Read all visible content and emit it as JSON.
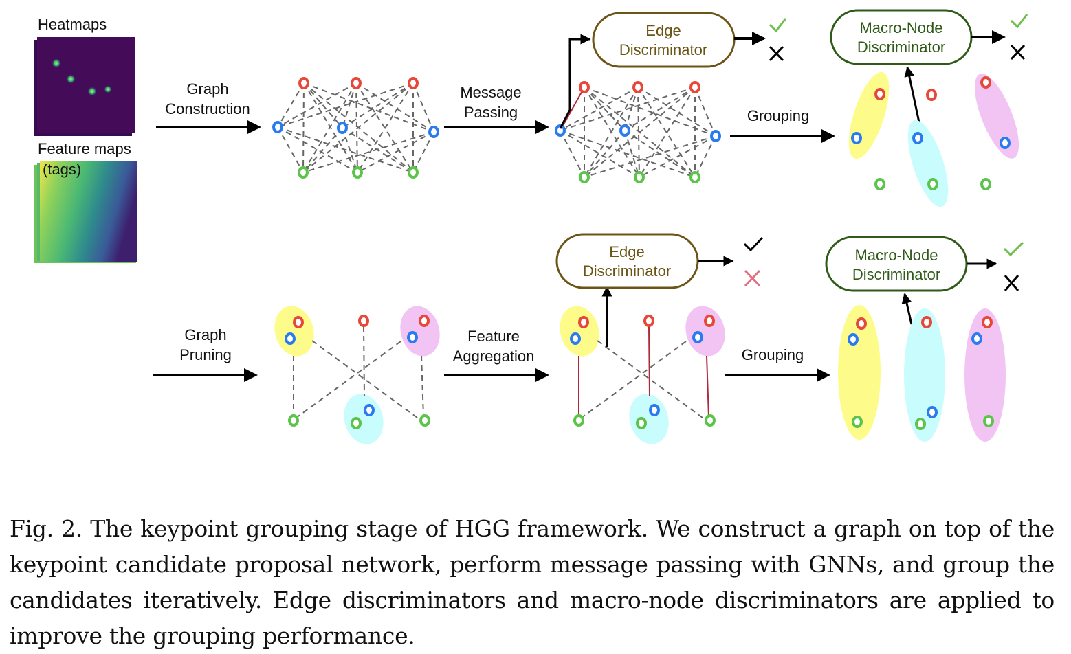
{
  "figure": {
    "left_panel": {
      "heatmaps_label": "Heatmaps",
      "feature_maps_label": "Feature maps",
      "tags_label": "(tags)"
    },
    "top_row": {
      "step1_label_line1": "Graph",
      "step1_label_line2": "Construction",
      "step2_label_line1": "Message",
      "step2_label_line2": "Passing",
      "step3_label": "Grouping",
      "edge_box_line1": "Edge",
      "edge_box_line2": "Discriminator",
      "macro_box_line1": "Macro-Node",
      "macro_box_line2": "Discriminator",
      "edge_outputs": [
        "check-green",
        "cross-black"
      ],
      "macro_outputs": [
        "check-green",
        "cross-black"
      ]
    },
    "bottom_row": {
      "step1_label_line1": "Graph",
      "step1_label_line2": "Pruning",
      "step2_label_line1": "Feature",
      "step2_label_line2": "Aggregation",
      "step3_label": "Grouping",
      "edge_box_line1": "Edge",
      "edge_box_line2": "Discriminator",
      "macro_box_line1": "Macro-Node",
      "macro_box_line2": "Discriminator",
      "edge_outputs": [
        "check-black",
        "cross-pink"
      ],
      "macro_outputs": [
        "check-green",
        "cross-black"
      ]
    },
    "colors": {
      "node_red": "#e8483a",
      "node_blue": "#2b7bf0",
      "node_green": "#5cc44a",
      "group_yellow": "#fdfc8a",
      "group_cyan": "#c9fcfc",
      "group_pink": "#f2c4f4",
      "edge_box_border": "#6b5416",
      "macro_box_border": "#2f5a17",
      "selected_edge": "#b0283a",
      "check_green": "#6cbf4a",
      "cross_pink": "#e07080"
    }
  },
  "caption": {
    "text": "Fig. 2. The keypoint grouping stage of HGG framework. We construct a graph on top of the keypoint candidate proposal network, perform message passing with GNNs, and group the candidates iteratively. Edge discriminators and macro-node discriminators are applied to improve the grouping performance."
  }
}
